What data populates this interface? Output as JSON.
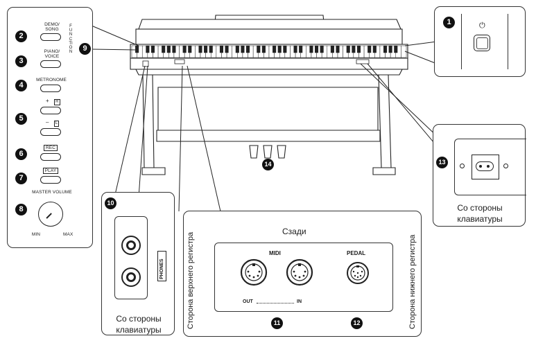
{
  "callouts": [
    "1",
    "2",
    "3",
    "4",
    "5",
    "6",
    "7",
    "8",
    "9",
    "10",
    "11",
    "12",
    "13",
    "14"
  ],
  "control_panel": {
    "demo_song": [
      "DEMO/",
      "SONG"
    ],
    "piano_voice": [
      "PIANO/",
      "VOICE"
    ],
    "function_label": "FUNCTION",
    "metronome": "METRONOME",
    "plus": "+",
    "r_key": "R",
    "minus": "–",
    "l_key": "L",
    "rec": "REC",
    "play": "PLAY",
    "master_volume": "MASTER VOLUME",
    "min": "MIN",
    "max": "MAX"
  },
  "power_panel": {
    "power_symbol": "⏻"
  },
  "phones_panel": {
    "label": "PHONES",
    "caption_line1": "Со стороны",
    "caption_line2": "клавиатуры"
  },
  "rear_panel": {
    "title": "Сзади",
    "midi": "MIDI",
    "pedal": "PEDAL",
    "out": "OUT",
    "in": "IN",
    "left_side": "Сторона верхнего регистра",
    "right_side": "Сторона нижнего регистра"
  },
  "ac_panel": {
    "caption_line1": "Со стороны",
    "caption_line2": "клавиатуры"
  }
}
